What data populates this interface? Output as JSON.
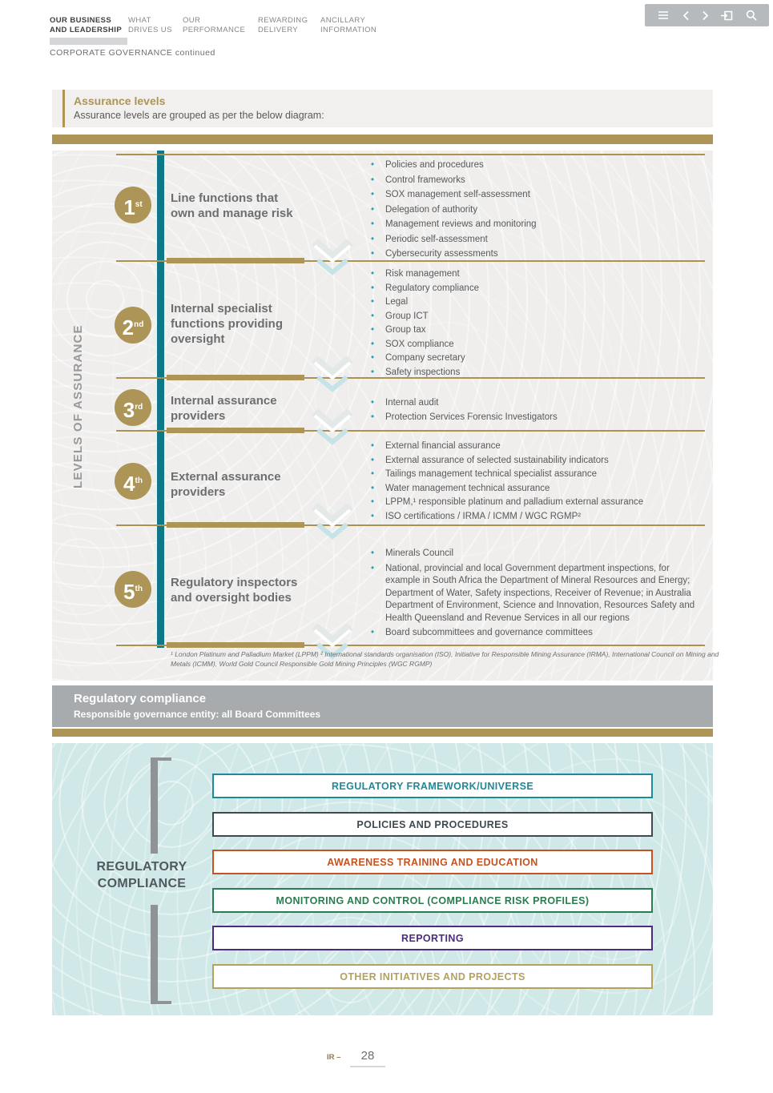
{
  "header": {
    "tabs": [
      {
        "line1": "OUR BUSINESS",
        "line2": "AND LEADERSHIP",
        "active": true
      },
      {
        "line1": "WHAT",
        "line2": "DRIVES US",
        "active": false
      },
      {
        "line1": "OUR",
        "line2": "PERFORMANCE",
        "active": false
      },
      {
        "line1": "REWARDING",
        "line2": "DELIVERY",
        "active": false
      },
      {
        "line1": "ANCILLARY",
        "line2": "INFORMATION",
        "active": false
      }
    ],
    "breadcrumb": "CORPORATE GOVERNANCE continued",
    "toolbar_icons": [
      "menu",
      "chevron-left",
      "chevron-right",
      "external-link",
      "search"
    ]
  },
  "assurance": {
    "title": "Assurance levels",
    "subtitle": "Assurance levels are grouped as per the below diagram:",
    "axis_label": "LEVELS OF ASSURANCE",
    "levels": [
      {
        "number": "1",
        "ordinal": "st",
        "heading": "Line functions that own and manage risk",
        "items": [
          "Policies and procedures",
          "Control frameworks",
          "SOX management self-assessment",
          "Delegation of authority",
          "Management reviews and monitoring",
          "Periodic self-assessment",
          "Cybersecurity assessments"
        ]
      },
      {
        "number": "2",
        "ordinal": "nd",
        "heading": "Internal specialist functions providing oversight",
        "items": [
          "Risk management",
          "Regulatory compliance",
          "Legal",
          "Group ICT",
          "Group tax",
          "SOX compliance",
          "Company secretary",
          "Safety inspections"
        ]
      },
      {
        "number": "3",
        "ordinal": "rd",
        "heading": "Internal assurance providers",
        "items": [
          "Internal audit",
          "Protection Services Forensic Investigators"
        ]
      },
      {
        "number": "4",
        "ordinal": "th",
        "heading": "External assurance providers",
        "items": [
          "External financial assurance",
          "External assurance of selected sustainability indicators",
          "Tailings management technical specialist assurance",
          "Water management technical assurance",
          "LPPM,¹ responsible platinum and palladium external assurance",
          "ISO certifications / IRMA / ICMM / WGC RGMP²"
        ]
      },
      {
        "number": "5",
        "ordinal": "th",
        "heading": "Regulatory inspectors and oversight bodies",
        "items": [
          "Minerals Council",
          "National, provincial and local Government department inspections, for example in South Africa the Department of Mineral Resources and Energy; Department of Water, Safety inspections, Receiver of Revenue; in Australia Department of Environment, Science and Innovation, Resources Safety and Health Queensland and Revenue Services in all our regions",
          "Board subcommittees and governance committees"
        ]
      }
    ],
    "footnote": "¹ London Platinum and Palladium Market (LPPM) ² International standards organisation (ISO), Initiative for Responsible Mining Assurance (IRMA), International Council on Mining and Metals (ICMM), World Gold Council Responsible Gold Mining Principles (WGC RGMP)"
  },
  "regulatory": {
    "title": "Regulatory compliance",
    "subtitle": "Responsible governance entity: all Board Committees",
    "diagram_label_line1": "REGULATORY",
    "diagram_label_line2": "COMPLIANCE",
    "boxes": [
      {
        "label": "REGULATORY FRAMEWORK/UNIVERSE",
        "color": "#1d8a99"
      },
      {
        "label": "POLICIES AND PROCEDURES",
        "color": "#3e4a52"
      },
      {
        "label": "AWARENESS TRAINING AND EDUCATION",
        "color": "#c8511f"
      },
      {
        "label": "MONITORING AND CONTROL (COMPLIANCE RISK PROFILES)",
        "color": "#2a7d4f"
      },
      {
        "label": "REPORTING",
        "color": "#4a2d7e"
      },
      {
        "label": "OTHER INITIATIVES AND PROJECTS",
        "color": "#b3a15e"
      }
    ]
  },
  "footer": {
    "report_label": "IR –",
    "page_number": "28"
  },
  "colors": {
    "gold": "#ad9457",
    "teal_bar": "#0f7888",
    "bullet": "#2f9eab",
    "diagram_bg": "#efeeed",
    "band_bg": "#a8abae",
    "aqua_bg": "#d0e9e8"
  }
}
